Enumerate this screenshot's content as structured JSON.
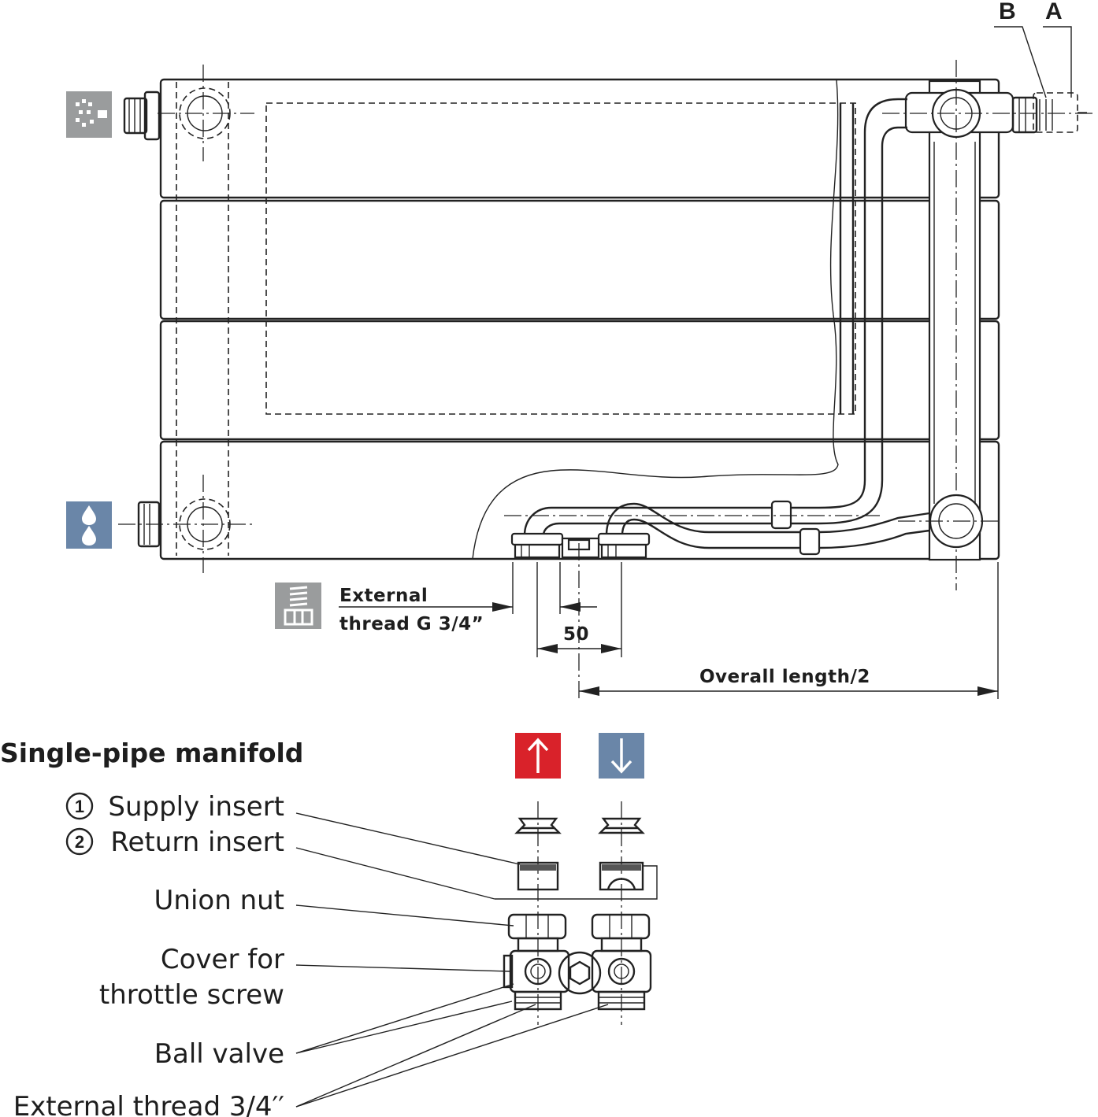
{
  "letters": {
    "b": "B",
    "a": "A"
  },
  "dimensions": {
    "thread_line1": "External",
    "thread_line2": "thread G 3/4”",
    "spacing": "50",
    "half_length": "Overall length/2"
  },
  "manifold": {
    "heading": "Single-pipe manifold",
    "supply_num": "1",
    "supply": "Supply insert",
    "return_num": "2",
    "return": "Return insert",
    "union_nut": "Union nut",
    "cover_line1": "Cover for",
    "cover_line2": "throttle screw",
    "ball_valve": "Ball valve",
    "ext_thread": "External thread 3/4′′"
  },
  "icons": {
    "vent": "air-vent-icon",
    "drain": "water-drain-icon",
    "thread": "thread-fitting-icon",
    "supply_arrow": "arrow-up-icon",
    "return_arrow": "arrow-down-icon"
  },
  "colors": {
    "supply": "#d9222a",
    "return": "#6a86a8",
    "icon_gray": "#9a9c9d",
    "drain_blue": "#6a86a8"
  }
}
